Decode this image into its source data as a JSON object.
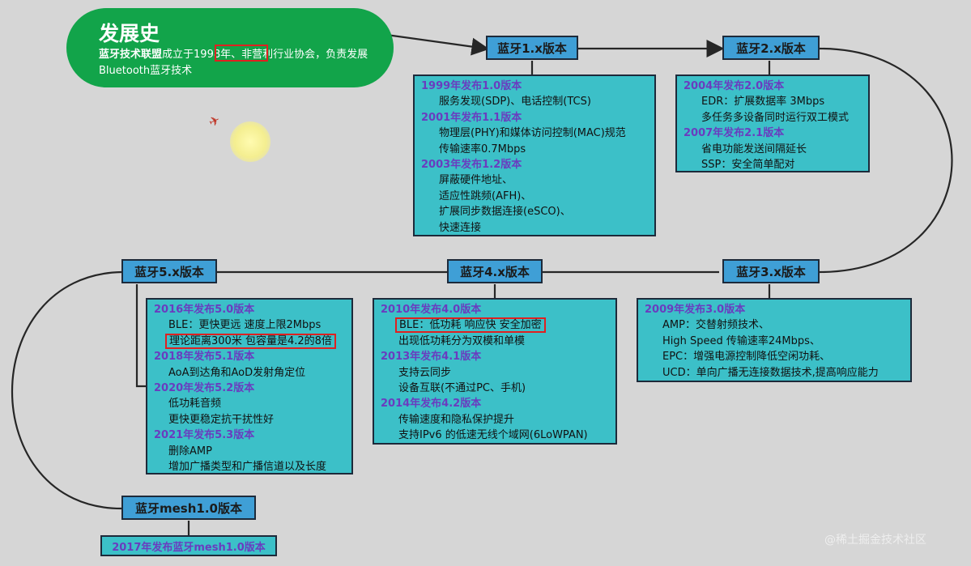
{
  "banner": {
    "title": "发展史",
    "org": "蓝牙技术联盟",
    "text_pre_year": "成立于",
    "year": "1998年",
    "text_post_year": "、非营利行业协会，负责发展Bluetooth蓝牙技术"
  },
  "versions": {
    "v1": {
      "label": "蓝牙1.x版本",
      "releases": [
        {
          "title": "1999年发布1.0版本",
          "items": [
            "服务发现(SDP)、电话控制(TCS)"
          ]
        },
        {
          "title": "2001年发布1.1版本",
          "items": [
            "物理层(PHY)和媒体访问控制(MAC)规范",
            "传输速率0.7Mbps"
          ]
        },
        {
          "title": "2003年发布1.2版本",
          "items": [
            "屏蔽硬件地址、",
            "适应性跳频(AFH)、",
            "扩展同步数据连接(eSCO)、",
            "快速连接"
          ]
        }
      ]
    },
    "v2": {
      "label": "蓝牙2.x版本",
      "releases": [
        {
          "title": "2004年发布2.0版本",
          "items": [
            "EDR：扩展数据率 3Mbps",
            "多任务多设备同时运行双工模式"
          ]
        },
        {
          "title": "2007年发布2.1版本",
          "items": [
            "省电功能发送间隔延长",
            "SSP：安全简单配对"
          ]
        }
      ]
    },
    "v3": {
      "label": "蓝牙3.x版本",
      "releases": [
        {
          "title": "2009年发布3.0版本",
          "items": [
            "AMP：交替射频技术、",
            "High Speed 传输速率24Mbps、",
            "EPC：增强电源控制降低空闲功耗、",
            "UCD：单向广播无连接数据技术,提高响应能力"
          ]
        }
      ]
    },
    "v4": {
      "label": "蓝牙4.x版本",
      "releases": [
        {
          "title": "2010年发布4.0版本",
          "items": [
            "BLE：低功耗 响应快 安全加密",
            "出现低功耗分为双模和单模"
          ]
        },
        {
          "title": "2013年发布4.1版本",
          "items": [
            "支持云同步",
            "设备互联(不通过PC、手机)"
          ]
        },
        {
          "title": "2014年发布4.2版本",
          "items": [
            "传输速度和隐私保护提升",
            "支持IPv6 的低速无线个域网(6LoWPAN)"
          ]
        }
      ]
    },
    "v5": {
      "label": "蓝牙5.x版本",
      "releases": [
        {
          "title": "2016年发布5.0版本",
          "items": [
            "BLE：更快更远 速度上限2Mbps",
            "理论距离300米 包容量是4.2的8倍"
          ]
        },
        {
          "title": "2018年发布5.1版本",
          "items": [
            "AoA到达角和AoD发射角定位"
          ]
        },
        {
          "title": "2020年发布5.2版本",
          "items": [
            "低功耗音频",
            "更快更稳定抗干扰性好"
          ]
        },
        {
          "title": "2021年发布5.3版本",
          "items": [
            "删除AMP",
            "增加广播类型和广播信道以及长度"
          ]
        }
      ]
    },
    "mesh": {
      "label": "蓝牙mesh1.0版本",
      "release": "2017年发布蓝牙mesh1.0版本"
    }
  },
  "watermark": "@稀土掘金技术社区",
  "colors": {
    "background": "#d6d6d6",
    "banner": "#12a44a",
    "version_button": "#3f9fd6",
    "detail_box": "#3cc0c8",
    "release_title": "#6a3cbf",
    "highlight_border": "#e02020",
    "connector": "#262626"
  }
}
